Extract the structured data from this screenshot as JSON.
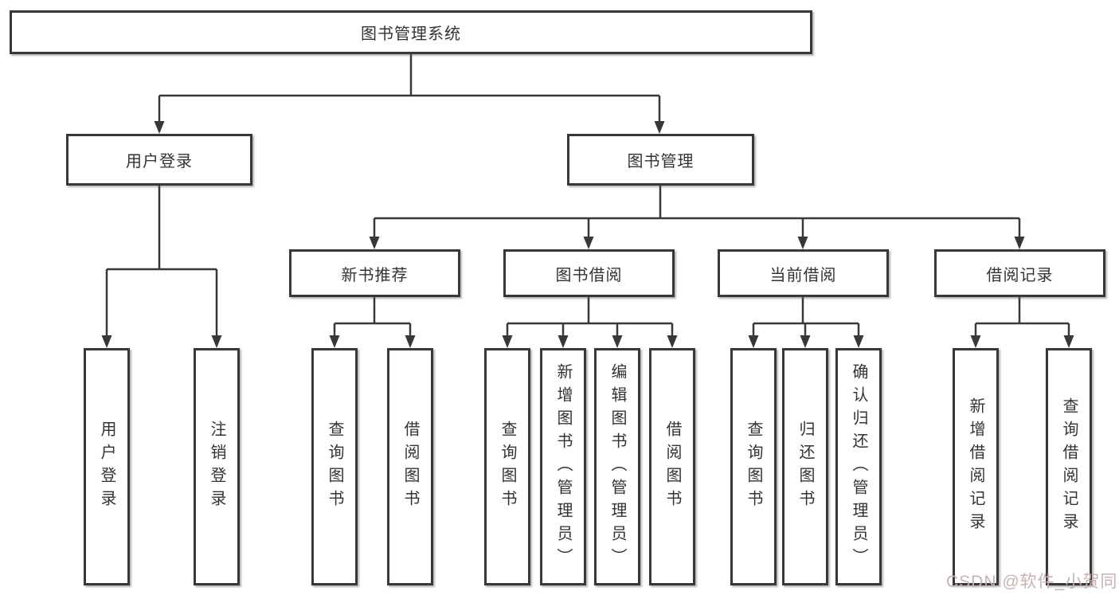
{
  "tree": {
    "root": {
      "label": "图书管理系统"
    },
    "level2": [
      {
        "label": "用户登录"
      },
      {
        "label": "图书管理"
      }
    ],
    "level3": [
      {
        "label": "新书推荐",
        "parent": "图书管理"
      },
      {
        "label": "图书借阅",
        "parent": "图书管理"
      },
      {
        "label": "当前借阅",
        "parent": "图书管理"
      },
      {
        "label": "借阅记录",
        "parent": "图书管理"
      }
    ],
    "leaves": [
      {
        "label": "用户登录",
        "parent": "用户登录"
      },
      {
        "label": "注销登录",
        "parent": "用户登录"
      },
      {
        "label": "查询图书",
        "parent": "新书推荐"
      },
      {
        "label": "借阅图书",
        "parent": "新书推荐"
      },
      {
        "label": "查询图书",
        "parent": "图书借阅"
      },
      {
        "label": "新增图书（管理员）",
        "parent": "图书借阅"
      },
      {
        "label": "编辑图书（管理员）",
        "parent": "图书借阅"
      },
      {
        "label": "借阅图书",
        "parent": "图书借阅"
      },
      {
        "label": "查询图书",
        "parent": "当前借阅"
      },
      {
        "label": "归还图书",
        "parent": "当前借阅"
      },
      {
        "label": "确认归还（管理员）",
        "parent": "当前借阅"
      },
      {
        "label": "新增借阅记录",
        "parent": "借阅记录"
      },
      {
        "label": "查询借阅记录",
        "parent": "借阅记录"
      }
    ]
  },
  "watermark": {
    "text": "CSDN @软件_小贺同学"
  },
  "colors": {
    "line": "#383838",
    "text": "#333333",
    "box_background": "#ffffff",
    "page_background": "#ffffff",
    "watermark": "#c9b2b2"
  }
}
